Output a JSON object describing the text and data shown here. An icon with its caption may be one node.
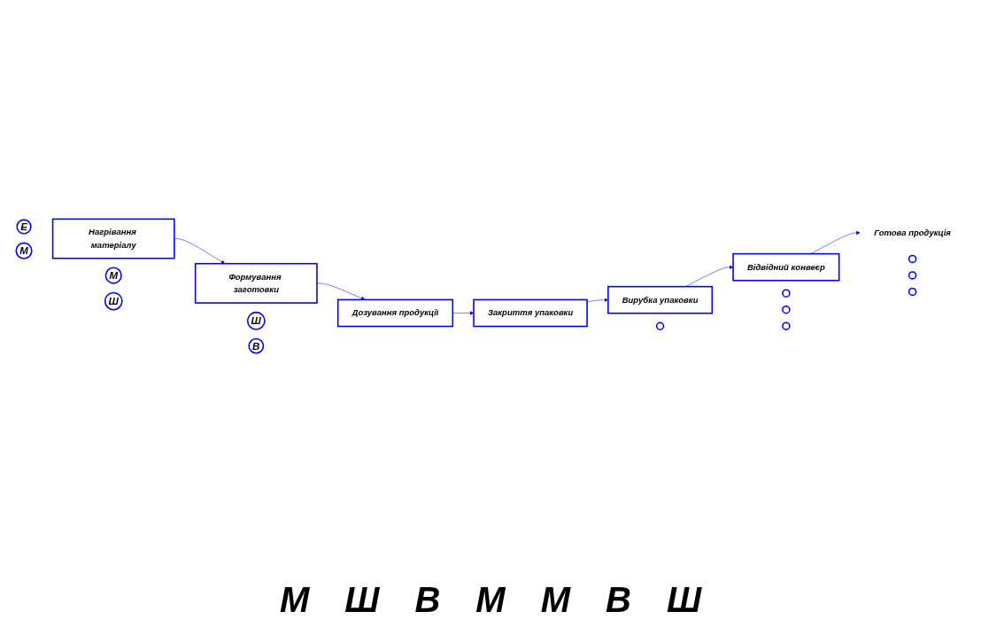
{
  "diagram": {
    "nodes": [
      {
        "text": [
          "Ш"
        ]
      },
      {
        "text": [
          "В"
        ]
      },
      {
        "text": [
          "М"
        ]
      },
      {
        "text": [
          "Ш"
        ]
      },
      {
        "text": [
          "Е"
        ]
      },
      {
        "text": [
          "М"
        ]
      },
      {
        "text": [
          "Дозування продукції"
        ]
      },
      {
        "text": [
          "Формування заготовки"
        ]
      },
      {
        "text": [
          "Нагрівання матеріалу"
        ]
      },
      {
        "text": [
          "Закриття упаковки"
        ]
      },
      {
        "text": [
          "Вирубка упаковки"
        ]
      },
      {
        "text": [
          "Відвідний конвеєр"
        ]
      },
      {
        "text": [
          "Готова продукція"
        ]
      },
      {
        "text": [],
        "shape": "circle"
      },
      {
        "text": [],
        "shape": "circle"
      },
      {
        "text": [],
        "shape": "circle"
      },
      {
        "text": [],
        "shape": "circle"
      },
      {
        "text": [],
        "shape": "circle"
      },
      {
        "text": [],
        "shape": "circle"
      },
      {
        "text": [],
        "shape": "circle"
      }
    ],
    "edges": [
      {
        "from": 7,
        "to": 6,
        "arrow": "to"
      },
      {
        "from": 8,
        "to": 7,
        "arrow": "to"
      },
      {
        "from": 6,
        "to": 9,
        "arrow": "to"
      },
      {
        "from": 9,
        "to": 10,
        "arrow": "to"
      },
      {
        "from": 10,
        "to": 11,
        "arrow": "to"
      },
      {
        "from": 11,
        "to": 12,
        "arrow": "to"
      }
    ],
    "labels": [
      "М",
      "Ш",
      "В",
      "М",
      "М",
      "В",
      "Ш"
    ]
  }
}
